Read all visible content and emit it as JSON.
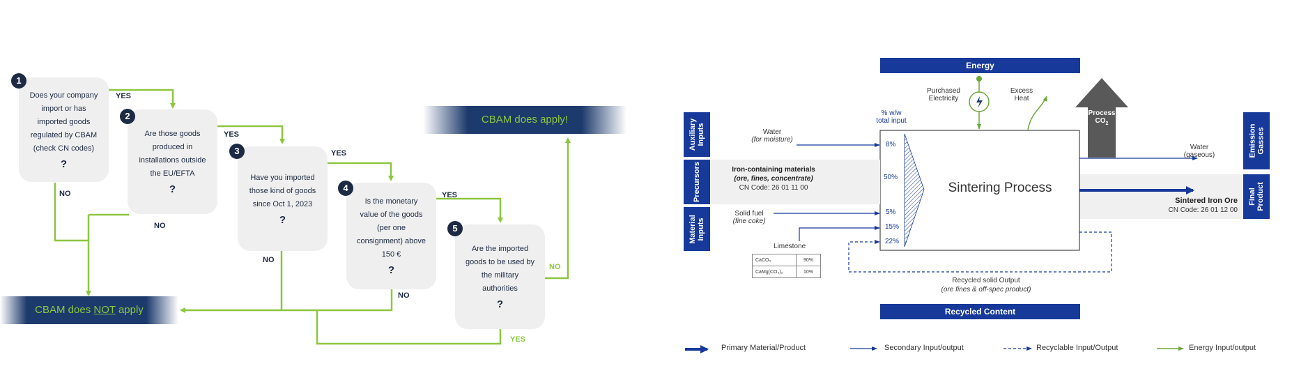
{
  "flowchart": {
    "questions": [
      {
        "num": "1",
        "lines": [
          "Does your company",
          "import or has",
          "imported goods",
          "regulated by CBAM",
          "(check CN codes)"
        ],
        "mark": "?"
      },
      {
        "num": "2",
        "lines": [
          "Are those goods",
          "produced in",
          "installations outside",
          "the EU/EFTA"
        ],
        "mark": "?"
      },
      {
        "num": "3",
        "lines": [
          "Have you imported",
          "those kind of goods",
          "since Oct 1, 2023"
        ],
        "mark": "?"
      },
      {
        "num": "4",
        "lines": [
          "Is the monetary",
          "value of the goods",
          "(per one",
          "consignment) above",
          "150 €"
        ],
        "mark": "?"
      },
      {
        "num": "5",
        "lines": [
          "Are the imported",
          "goods to be used by",
          "the military",
          "authorities"
        ],
        "mark": "?"
      }
    ],
    "yes_label": "YES",
    "no_label": "NO",
    "apply_banner": "CBAM does apply!",
    "not_apply_banner": {
      "before": "CBAM does ",
      "underlined": "NOT",
      "after": " apply"
    },
    "colors": {
      "arrow": "#8dc63f",
      "navy": "#1d2a44",
      "banner": "#1d3a6c"
    }
  },
  "process": {
    "energy_header": "Energy",
    "recycled_header": "Recycled Content",
    "purchased_electricity": [
      "Purchased",
      "Electricity"
    ],
    "excess_heat": [
      "Excess",
      "Heat"
    ],
    "process_co2": {
      "main": "Process",
      "co": "CO",
      "sub": "2"
    },
    "emission_gasses": [
      "Emission",
      "Gasses"
    ],
    "final_product": [
      "Final",
      "Product"
    ],
    "auxiliary_inputs": [
      "Auxiliary",
      "Inputs"
    ],
    "precursors": "Precursors",
    "material_inputs": [
      "Material",
      "Inputs"
    ],
    "pct_header": [
      "% w/w",
      "total input"
    ],
    "water_in": {
      "name": "Water",
      "note": "(for moisture)",
      "pct": "8%"
    },
    "iron": {
      "name": "Iron-containing materials",
      "note": "(ore, fines, concentrate)",
      "cn": "CN Code: 26 01 11 00",
      "pct": "50%"
    },
    "solid_fuel": {
      "name": "Solid fuel",
      "note": "(fine coke)",
      "pct": "5%"
    },
    "limestone": {
      "name": "Limestone",
      "pct_top": "15%",
      "pct_bottom": "22%",
      "rows": [
        {
          "formula": "CaCO₃",
          "value": "90%"
        },
        {
          "formula": "CaMg(CO₃)₂",
          "value": "10%"
        }
      ]
    },
    "process_name": "Sintering Process",
    "water_out": [
      "Water",
      "(gaseous)"
    ],
    "product": {
      "name": "Sintered Iron Ore",
      "cn": "CN Code: 26 01 12 00"
    },
    "recycled": {
      "name": "Recycled solid Output",
      "note": "(ore fines & off-spec product)"
    },
    "legend": [
      "Primary Material/Product",
      "Secondary Input/output",
      "Recyclable Input/Output",
      "Energy Input/output"
    ],
    "colors": {
      "navy": "#16399a",
      "energy": "#6aa83a",
      "co2": "#595959"
    }
  }
}
